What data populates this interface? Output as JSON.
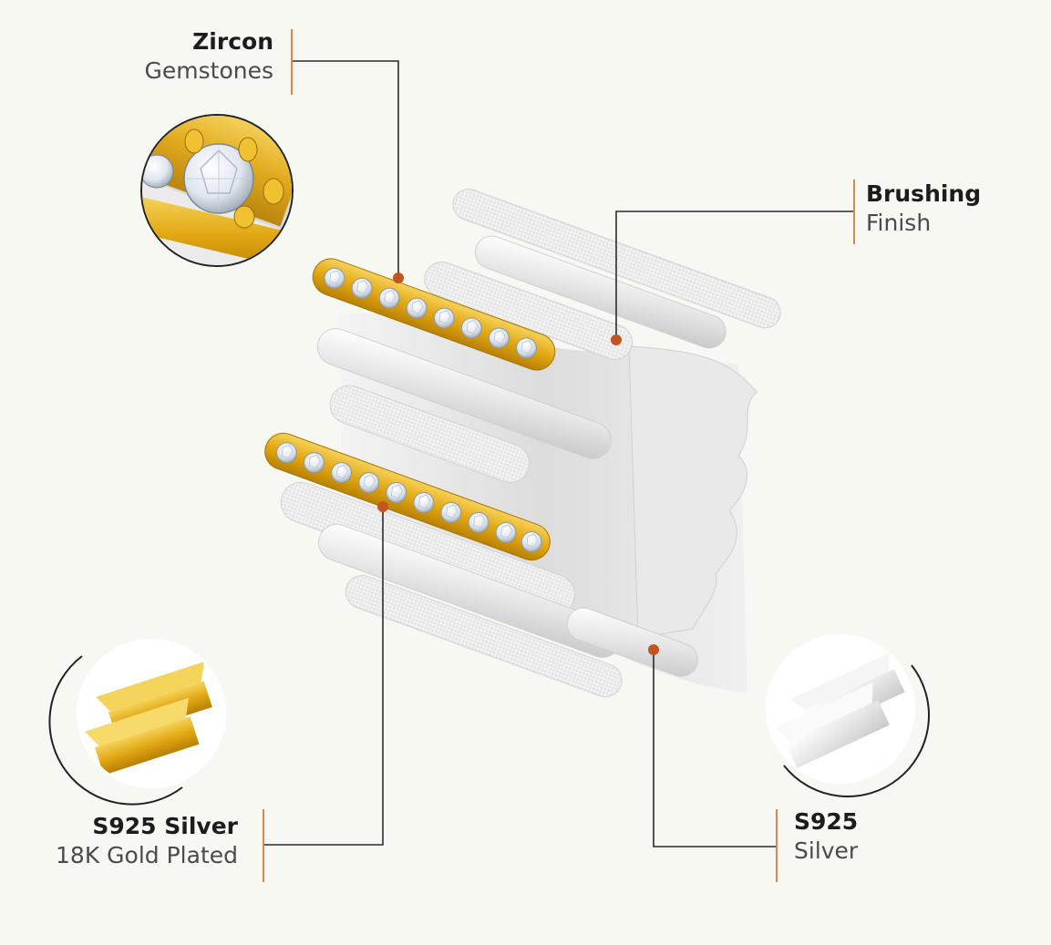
{
  "callouts": {
    "zircon": {
      "title": "Zircon",
      "subtitle": "Gemstones"
    },
    "brushing": {
      "title": "Brushing",
      "subtitle": "Finish"
    },
    "gold": {
      "title": "S925 Silver",
      "subtitle": "18K Gold Plated"
    },
    "silver": {
      "title": "S925",
      "subtitle": "Silver"
    }
  },
  "colors": {
    "background": "#f8f8f3",
    "accent_line": "#d9894a",
    "leader_line": "#2b2b2b",
    "marker_dot": "#c3531f",
    "gold": "#e7b321",
    "silver": "#e2e2e2"
  },
  "icons": [
    "zircon-closeup-icon",
    "gold-bar-icon",
    "silver-bar-icon",
    "ring-product-image"
  ]
}
